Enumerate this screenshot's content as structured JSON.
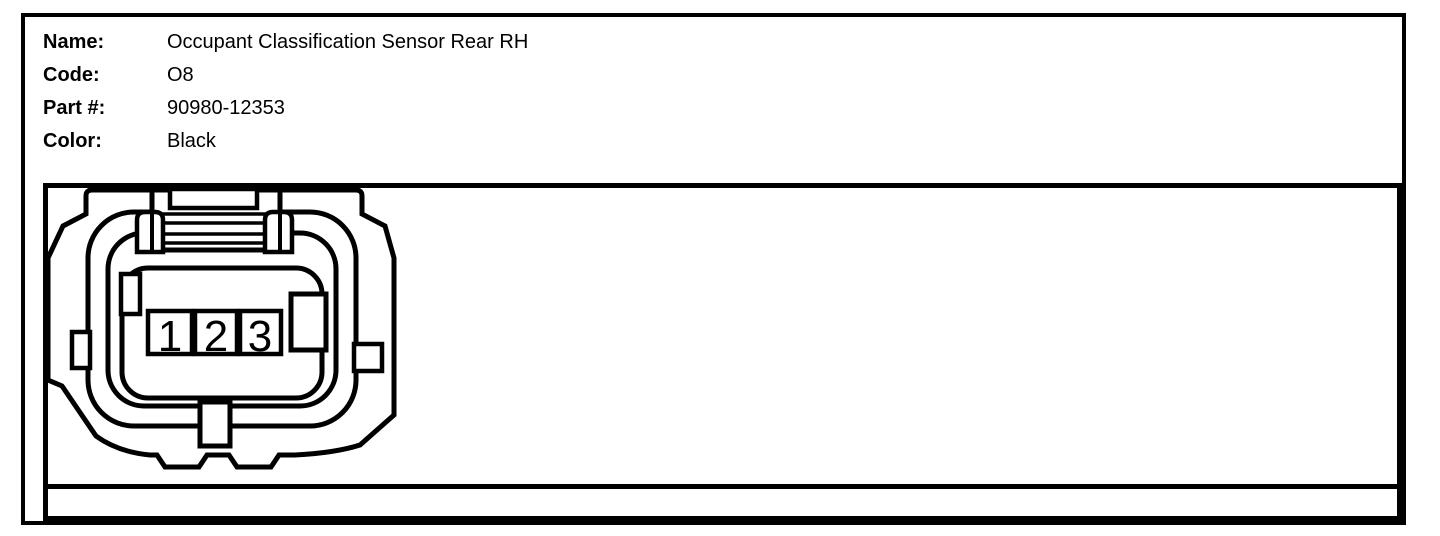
{
  "colors": {
    "ink": "#000000",
    "paper": "#ffffff"
  },
  "info": {
    "rows": [
      {
        "label": "Name:",
        "value": "Occupant Classification Sensor Rear RH"
      },
      {
        "label": "Code:",
        "value": "O8"
      },
      {
        "label": "Part #:",
        "value": "90980-12353"
      },
      {
        "label": "Color:",
        "value": "Black"
      }
    ]
  },
  "connector": {
    "pins": [
      {
        "number": "1"
      },
      {
        "number": "2"
      },
      {
        "number": "3"
      }
    ]
  }
}
